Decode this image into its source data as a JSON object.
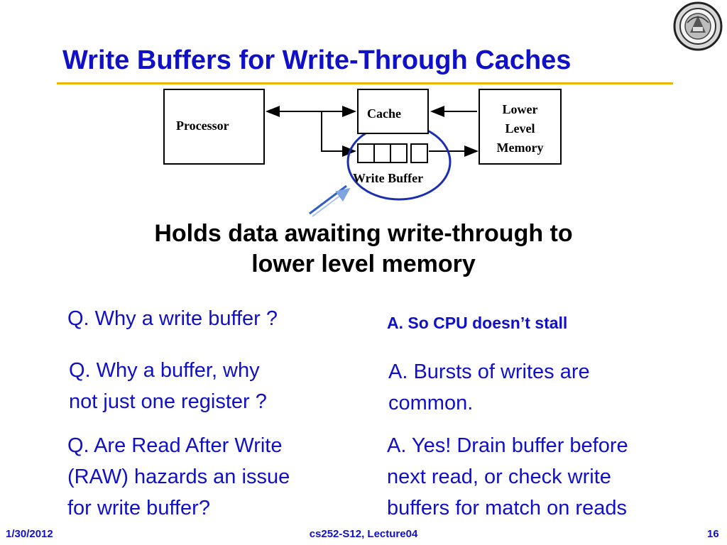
{
  "slide": {
    "title": "Write Buffers for Write-Through Caches",
    "diagram": {
      "processor_label": "Processor",
      "cache_label": "Cache",
      "lower_memory_lines": [
        "Lower",
        "Level",
        "Memory"
      ],
      "write_buffer_label": "Write Buffer"
    },
    "holds_lines": [
      "Holds data awaiting write-through to",
      "lower level memory"
    ],
    "qa": [
      {
        "q_lines": [
          "Q. Why a write buffer ?"
        ],
        "a_lines": [
          "A. So CPU doesn’t stall"
        ]
      },
      {
        "q_lines": [
          "Q. Why a buffer, why",
          "not just one register ?"
        ],
        "a_lines": [
          "A. Bursts of writes are",
          "common."
        ]
      },
      {
        "q_lines": [
          "Q. Are Read After Write",
          "(RAW) hazards an issue",
          "for write buffer?"
        ],
        "a_lines": [
          "A. Yes!  Drain buffer before",
          "next read, or check write",
          "buffers for match on reads"
        ]
      }
    ],
    "footer": {
      "date": "1/30/2012",
      "course": "cs252-S12, Lecture04",
      "page": "16"
    },
    "colors": {
      "title": "#1010c8",
      "rule": "#e8b800",
      "circle": "#1a2fb0"
    }
  }
}
